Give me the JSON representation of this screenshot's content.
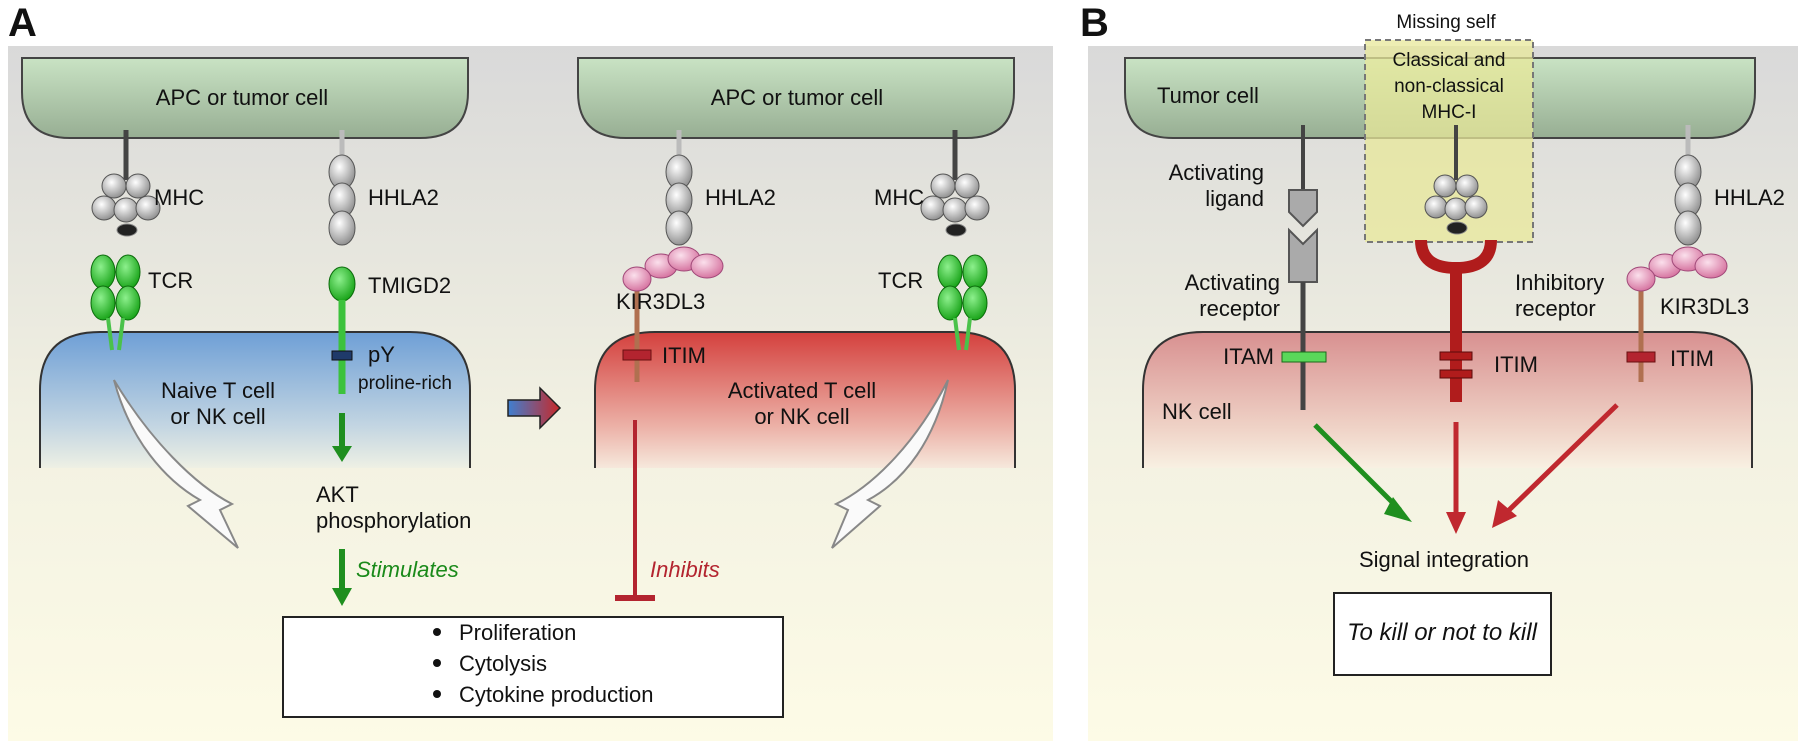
{
  "panel_a": {
    "letter": "A",
    "apc_left": "APC or tumor cell",
    "apc_right": "APC or tumor cell",
    "mhc_left": "MHC",
    "hhla2_left": "HHLA2",
    "hhla2_right": "HHLA2",
    "mhc_right": "MHC",
    "tcr_left": "TCR",
    "tmigd2": "TMIGD2",
    "kir3dl3": "KIR3DL3",
    "tcr_right": "TCR",
    "py": "pY",
    "proline_rich": "proline-rich",
    "itim": "ITIM",
    "naive_line1": "Naive T cell",
    "naive_line2": "or NK cell",
    "activated_line1": "Activated T cell",
    "activated_line2": "or NK cell",
    "akt_line1": "AKT",
    "akt_line2": "phosphorylation",
    "stimulates": "Stimulates",
    "inhibits": "Inhibits",
    "outcomes": [
      "Proliferation",
      "Cytolysis",
      "Cytokine production"
    ]
  },
  "panel_b": {
    "letter": "B",
    "missing_self": "Missing self",
    "mhc1_line1": "Classical and",
    "mhc1_line2": "non-classical",
    "mhc1_line3": "MHC-I",
    "tumor_cell": "Tumor cell",
    "act_ligand_line1": "Activating",
    "act_ligand_line2": "ligand",
    "act_receptor_line1": "Activating",
    "act_receptor_line2": "receptor",
    "inh_receptor_line1": "Inhibitory",
    "inh_receptor_line2": "receptor",
    "hhla2": "HHLA2",
    "kir3dl3": "KIR3DL3",
    "itam": "ITAM",
    "itim_center": "ITIM",
    "itim_right": "ITIM",
    "nk_cell": "NK cell",
    "signal_integration": "Signal integration",
    "decision": "To kill or not to kill"
  },
  "colors": {
    "green": "#1f8f1f",
    "red": "#b3242f",
    "apc_fill": "#a9c8a4",
    "naive_fill": "#7ea8d8",
    "activated_fill": "#d9534f",
    "nk_fill": "#d89a98",
    "highlight": "#e6e6a0"
  }
}
